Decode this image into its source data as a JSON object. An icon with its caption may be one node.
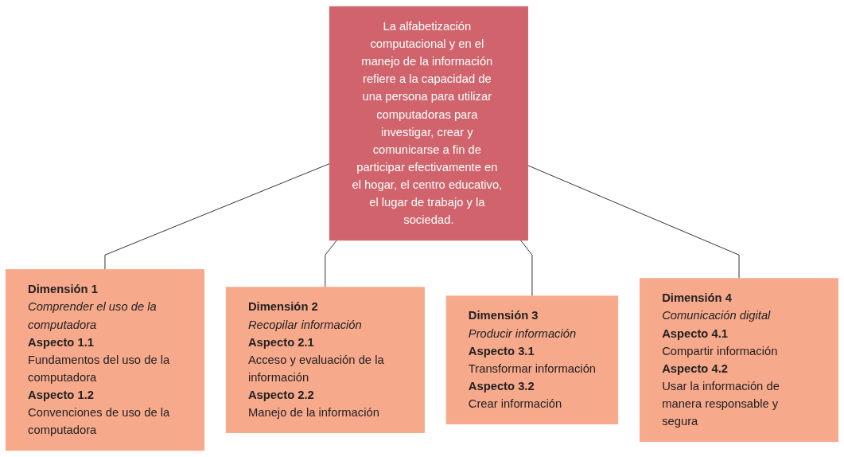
{
  "diagram": {
    "nodes": [
      {
        "text": [
          "La alfabetización computacional y en el manejo de la información refiere a la capacidad de una persona para utilizar computadoras para investigar, crear y comunicarse a fin de participar efectivamente en el hogar, el centro educativo, el lugar de trabajo y la sociedad."
        ]
      },
      {
        "text": [
          "Dimensión 1",
          "Comprender el uso de la computadora",
          "Aspecto 1.1",
          "Fundamentos del uso de la computadora",
          "Aspecto 1.2",
          "Convenciones de uso de la computadora"
        ]
      },
      {
        "text": [
          "Dimensión 2",
          "Recopilar información",
          "Aspecto 2.1",
          "Acceso y evaluación de la información",
          "Aspecto 2.2",
          "Manejo de la información"
        ]
      },
      {
        "text": [
          "Dimensión 3",
          "Producir información",
          "Aspecto 3.1",
          "Transformar información",
          "Aspecto 3.2",
          "Crear información"
        ]
      },
      {
        "text": [
          "Dimensión 4",
          "Comunicación digital",
          "Aspecto 4.1",
          "Compartir información",
          "Aspecto 4.2",
          "Usar la información de manera responsable y segura"
        ]
      }
    ],
    "edges": [
      {
        "from": 0,
        "to": 1,
        "arrow": "none"
      },
      {
        "from": 0,
        "to": 2,
        "arrow": "none"
      },
      {
        "from": 0,
        "to": 3,
        "arrow": "none"
      },
      {
        "from": 0,
        "to": 4,
        "arrow": "none"
      }
    ]
  }
}
